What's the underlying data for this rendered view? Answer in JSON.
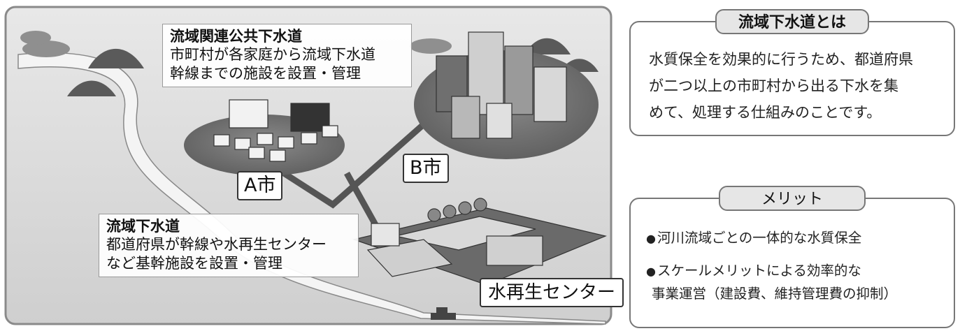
{
  "illustration": {
    "top_callout": {
      "title": "流域関連公共下水道",
      "line1": "市町村が各家庭から流域下水道",
      "line2": "幹線までの施設を設置・管理"
    },
    "bottom_callout": {
      "title": "流域下水道",
      "line1": "都道府県が幹線や水再生センター",
      "line2": "など基幹施設を設置・管理"
    },
    "city_a_label": "A市",
    "city_b_label": "B市",
    "treatment_center_label": "水再生センター"
  },
  "definition_box": {
    "heading": "流域下水道とは",
    "line1": "水質保全を効果的に行うため、都道府県",
    "line2": "が二つ以上の市町村から出る下水を集",
    "line3": "めて、処理する仕組みのことです。"
  },
  "merit_box": {
    "heading": "メリット",
    "bullet": "●",
    "item1": "河川流域ごとの一体的な水質保全",
    "item2_line1": "スケールメリットによる効率的な",
    "item2_line2": "事業運営（建設費、維持管理費の抑制）"
  }
}
